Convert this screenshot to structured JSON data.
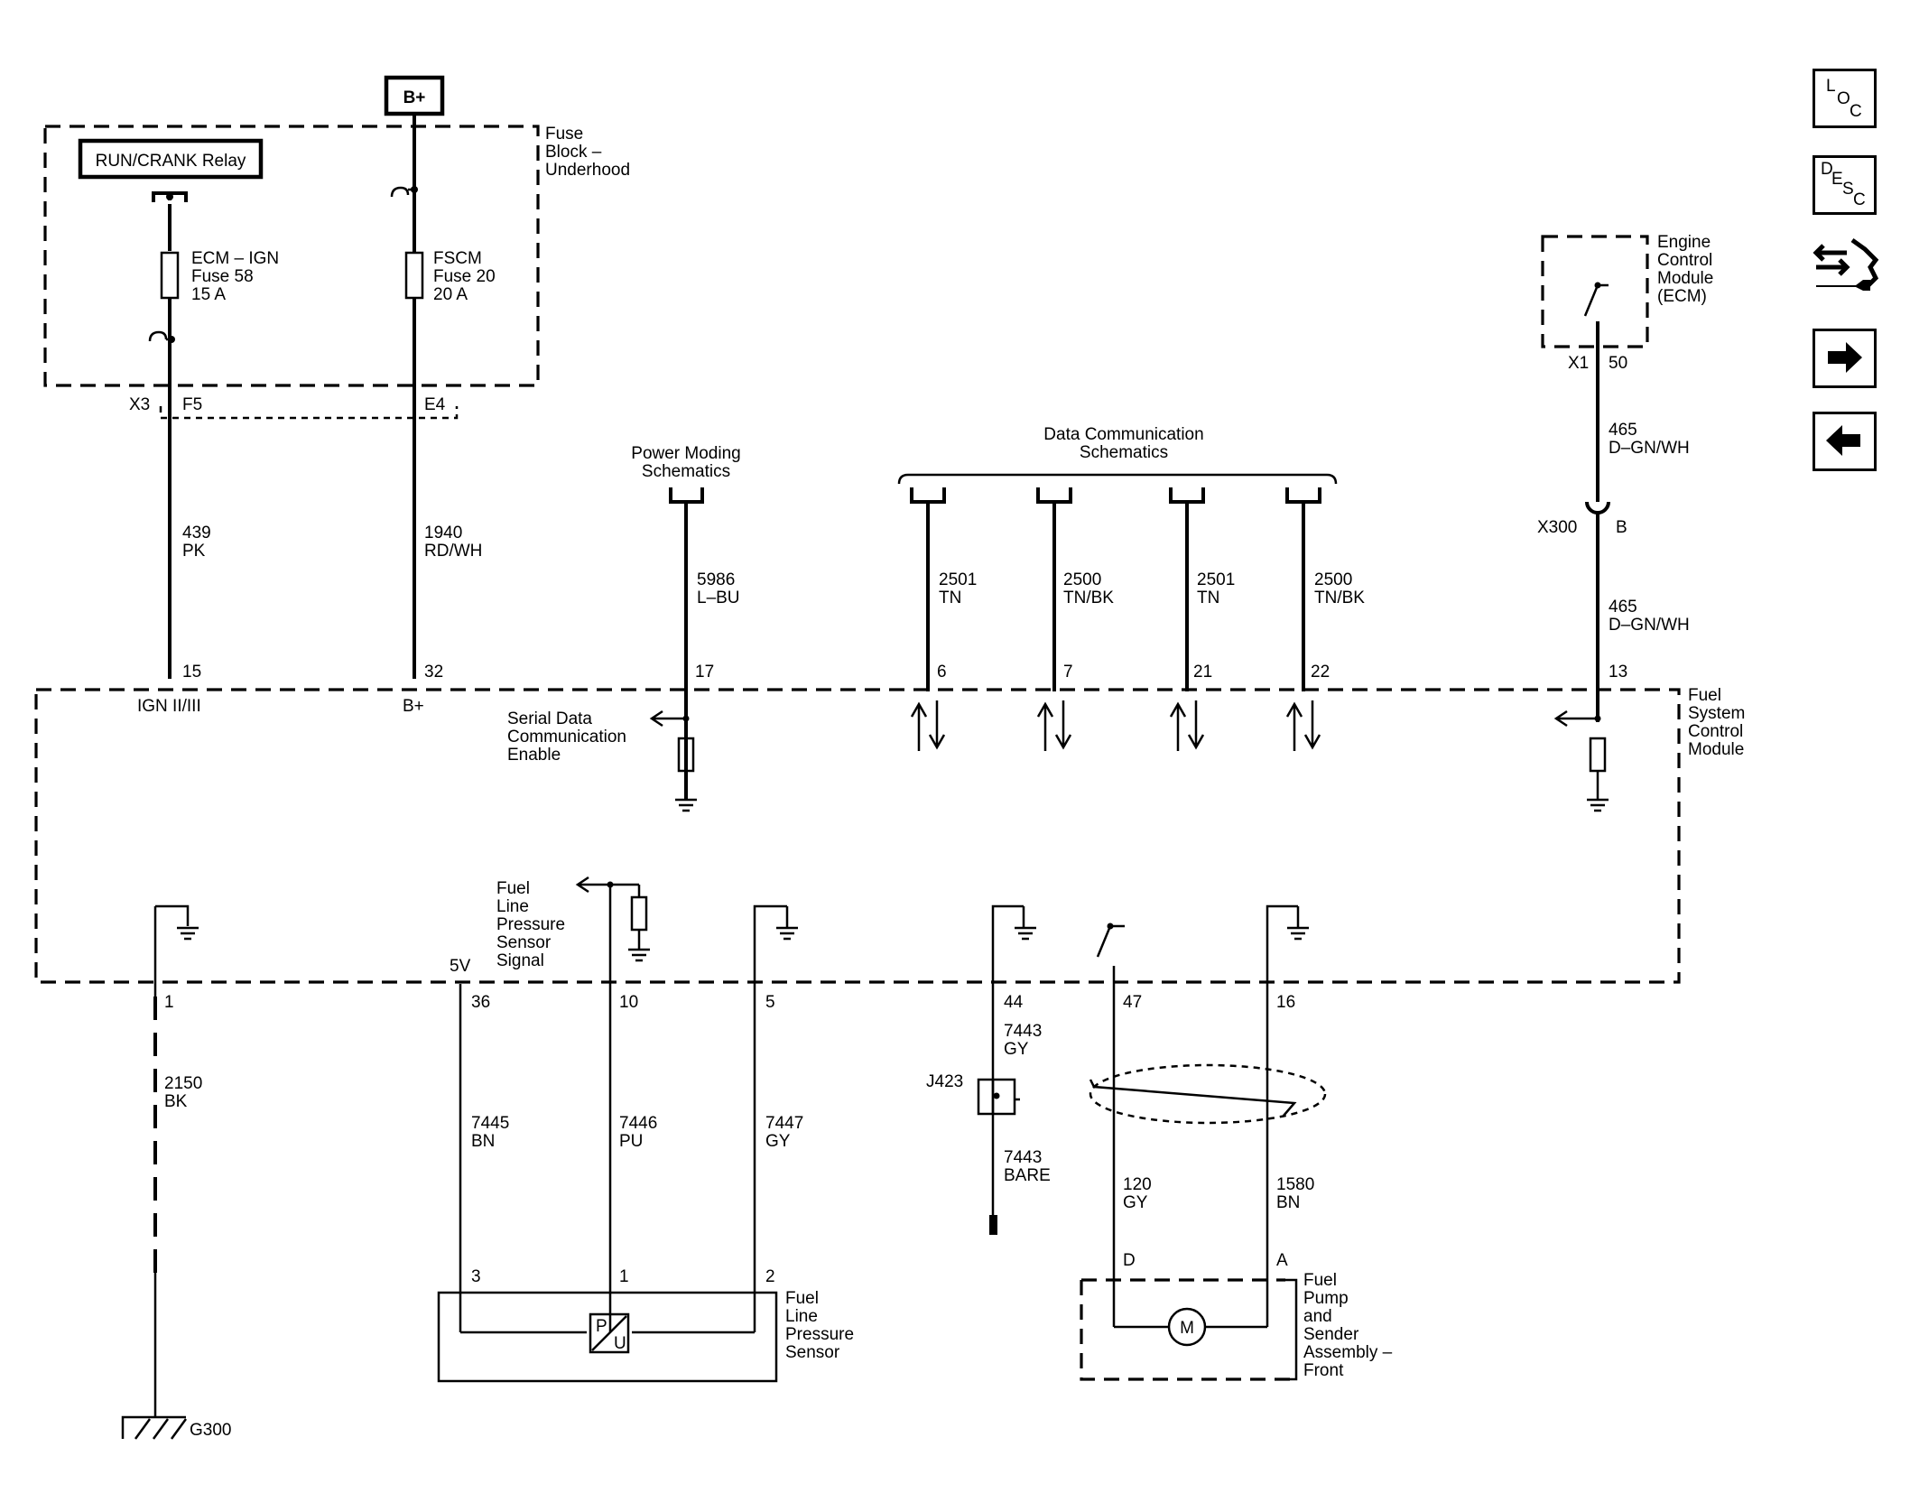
{
  "labels": {
    "bplus_top": "B+",
    "relay": "RUN/CRANK Relay",
    "fuse_block": [
      "Fuse",
      "Block –",
      "Underhood"
    ],
    "fuse1": [
      "ECM – IGN",
      "Fuse 58",
      "15 A"
    ],
    "fuse2": [
      "FSCM",
      "Fuse 20",
      "20 A"
    ],
    "conn_x3": "X3",
    "pin_f5": "F5",
    "pin_e4": "E4",
    "w439": [
      "439",
      "PK"
    ],
    "w1940": [
      "1940",
      "RD/WH"
    ],
    "power_moding": [
      "Power Moding",
      "Schematics"
    ],
    "w5986": [
      "5986",
      "L–BU"
    ],
    "data_comm": [
      "Data Communication",
      "Schematics"
    ],
    "w2501a": [
      "2501",
      "TN"
    ],
    "w2500a": [
      "2500",
      "TN/BK"
    ],
    "w2501b": [
      "2501",
      "TN"
    ],
    "w2500b": [
      "2500",
      "TN/BK"
    ],
    "ecm": [
      "Engine",
      "Control",
      "Module",
      "(ECM)"
    ],
    "conn_x1": "X1",
    "pin_50": "50",
    "w465a": [
      "465",
      "D–GN/WH"
    ],
    "conn_x300": "X300",
    "pin_b": "B",
    "w465b": [
      "465",
      "D–GN/WH"
    ],
    "pins_top": [
      "15",
      "32",
      "17",
      "6",
      "7",
      "21",
      "22",
      "13"
    ],
    "ign": "IGN II/III",
    "bplus_pin": "B+",
    "serial": [
      "Serial Data",
      "Communication",
      "Enable"
    ],
    "fscm": [
      "Fuel",
      "System",
      "Control",
      "Module"
    ],
    "flps_signal": [
      "Fuel",
      "Line",
      "Pressure",
      "Sensor",
      "Signal"
    ],
    "five_v": "5V",
    "pins_bottom": [
      "1",
      "36",
      "10",
      "5",
      "44",
      "47",
      "16"
    ],
    "w2150": [
      "2150",
      "BK"
    ],
    "w7445": [
      "7445",
      "BN"
    ],
    "w7446": [
      "7446",
      "PU"
    ],
    "w7447": [
      "7447",
      "GY"
    ],
    "w7443_gy": [
      "7443",
      "GY"
    ],
    "j423": "J423",
    "w7443_bare": [
      "7443",
      "BARE"
    ],
    "w120": [
      "120",
      "GY"
    ],
    "w1580": [
      "1580",
      "BN"
    ],
    "sensor_pins": [
      "3",
      "1",
      "2"
    ],
    "flps": [
      "Fuel",
      "Line",
      "Pressure",
      "Sensor"
    ],
    "pump_pins": [
      "D",
      "A"
    ],
    "pump": [
      "Fuel",
      "Pump",
      "and",
      "Sender",
      "Assembly –",
      "Front"
    ],
    "motor": "M",
    "sensor_symbol": [
      "P",
      "U"
    ],
    "g300": "G300"
  },
  "nav": {
    "loc": [
      "L",
      "O",
      "C"
    ],
    "desc": [
      "D",
      "E",
      "S",
      "C"
    ],
    "icons": [
      "connector-wrench-icon",
      "arrow-right-icon",
      "arrow-left-icon"
    ]
  }
}
